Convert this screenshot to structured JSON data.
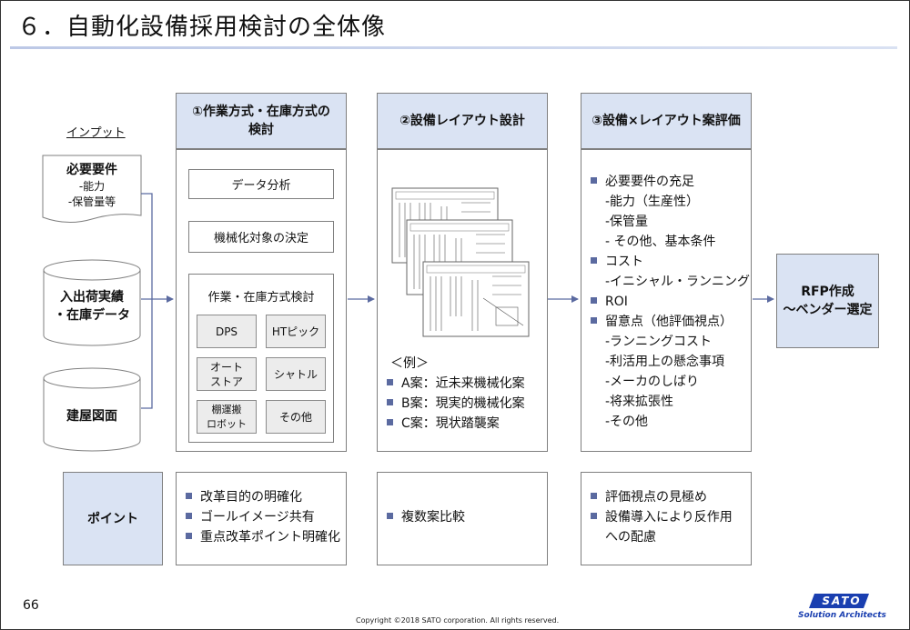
{
  "title": "６．自動化設備採用検討の全体像",
  "input": {
    "heading": "インプット",
    "requirements": {
      "title": "必要要件",
      "lines": [
        "-能力",
        "-保管量等"
      ]
    },
    "shipping": {
      "lines": [
        "入出荷実績",
        "・在庫データ"
      ]
    },
    "building": {
      "title": "建屋図面"
    }
  },
  "col1": {
    "header": [
      "①作業方式・在庫方式の",
      "検討"
    ],
    "step1": "データ分析",
    "step2": "機械化対象の決定",
    "study_title": "作業・在庫方式検討",
    "options": [
      "DPS",
      "HTピック",
      "オート\nストア",
      "シャトル",
      "棚運搬\nロボット",
      "その他"
    ]
  },
  "col2": {
    "header": "②設備レイアウト設計",
    "example_label": "＜例＞",
    "examples": [
      "A案：近未来機械化案",
      "B案：現実的機械化案",
      "C案：現状踏襲案"
    ]
  },
  "col3": {
    "header": "③設備×レイアウト案評価",
    "items": [
      {
        "text": "必要要件の充足",
        "level": 0
      },
      {
        "text": "-能力（生産性）",
        "level": 1
      },
      {
        "text": "-保管量",
        "level": 1
      },
      {
        "text": "- その他、基本条件",
        "level": 1
      },
      {
        "text": "コスト",
        "level": 0
      },
      {
        "text": "-イニシャル・ランニング",
        "level": 1
      },
      {
        "text": "ROI",
        "level": 0
      },
      {
        "text": "留意点（他評価視点）",
        "level": 0
      },
      {
        "text": "-ランニングコスト",
        "level": 1
      },
      {
        "text": "-利活用上の懸念事項",
        "level": 1
      },
      {
        "text": "-メーカのしばり",
        "level": 1
      },
      {
        "text": "-将来拡張性",
        "level": 1
      },
      {
        "text": "-その他",
        "level": 1
      }
    ]
  },
  "output": {
    "lines": [
      "RFP作成",
      "～ベンダー選定"
    ]
  },
  "points": {
    "label": "ポイント",
    "col1": [
      "改革目的の明確化",
      "ゴールイメージ共有",
      "重点改革ポイント明確化"
    ],
    "col2": [
      "複数案比較"
    ],
    "col3": [
      "評価視点の見極め",
      "設備導入により反作用",
      "への配慮"
    ]
  },
  "footer": {
    "page_number": "66",
    "copyright": "Copyright ©2018 SATO corporation.  All rights reserved.",
    "logo_text": "SATO",
    "logo_sub": "Solution Architects"
  },
  "colors": {
    "header_fill": "#dae3f3",
    "arrow": "#5b6aa0",
    "logo": "#1a3fb0",
    "gray_box": "#ececec"
  }
}
